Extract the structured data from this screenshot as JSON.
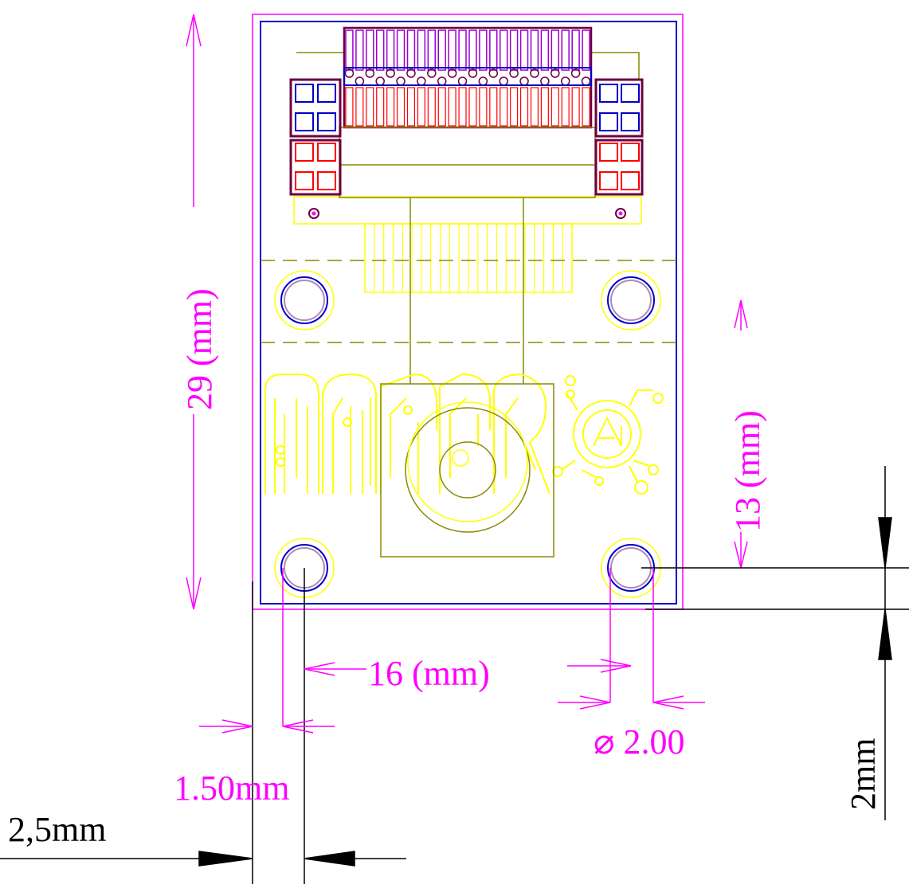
{
  "colors": {
    "magenta": "#ff00ff",
    "blue": "#0000c8",
    "olive": "#8a8a00",
    "yellow": "#ffff00",
    "red": "#ff0000",
    "dark_purple": "#6b003f",
    "pad_purple": "#9900cc",
    "lavender": "#b088b8",
    "black": "#000000"
  },
  "dimensions": {
    "height_label": "29 (mm)",
    "hole_offset_label": "13 (mm)",
    "hole_spacing_label": "16 (mm)",
    "hole_diameter_label": "⌀ 2.00",
    "edge_offset_label": "1.50mm",
    "total_offset_label": "2,5mm",
    "bottom_margin_label": "2mm"
  },
  "logo": {
    "text": "ME"
  }
}
